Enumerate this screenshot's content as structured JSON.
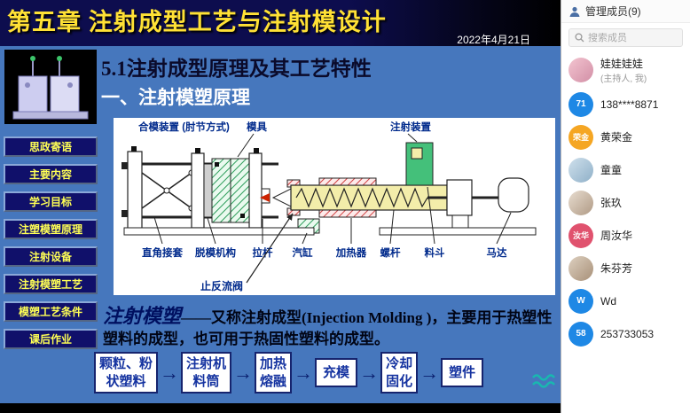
{
  "slide": {
    "chapter_title": "第五章 注射成型工艺与注射模设计",
    "date": "2022年4月21日",
    "section_title": "5.1注射成型原理及其工艺特性",
    "subsection_title": "一、注射模塑原理",
    "nav": [
      "思政寄语",
      "主要内容",
      "学习目标",
      "注塑模塑原理",
      "注射设备",
      "注射模塑工艺",
      "模塑工艺条件",
      "课后作业"
    ],
    "diagram": {
      "label_clamp": "合模装置 (肘节方式)",
      "label_mold": "模具",
      "label_injection": "注射装置",
      "labels_bottom": [
        "直角接套",
        "脱模机构",
        "拉杆",
        "汽缸",
        "加热器",
        "螺杆",
        "料斗",
        "马达"
      ],
      "label_check_valve": "止反流阀"
    },
    "paragraph": {
      "lead": "注射模塑",
      "body": "——又称注射成型(Injection Molding )，主要用于热塑性塑料的成型，也可用于热固性塑料的成型。"
    },
    "flow": [
      {
        "lines": [
          "颗粒、粉",
          "状塑料"
        ]
      },
      {
        "lines": [
          "注射机",
          "料筒"
        ]
      },
      {
        "lines": [
          "加热",
          "熔融"
        ]
      },
      {
        "lines": [
          "充模"
        ]
      },
      {
        "lines": [
          "冷却",
          "固化"
        ]
      },
      {
        "lines": [
          "塑件"
        ]
      }
    ],
    "flow_arrow": "→",
    "colors": {
      "slide_bg": "#4677bd",
      "title_bar_bg": "#0d0d4e",
      "title_text": "#ffe135",
      "nav_bg": "#10106a",
      "nav_text": "#ffff55",
      "diagram_label": "#002a8c",
      "flow_text": "#1533a0"
    }
  },
  "members_panel": {
    "title": "管理成员(9)",
    "search_placeholder": "搜索成员",
    "members": [
      {
        "name": "娃娃娃娃",
        "sub": "(主持人, 我)",
        "avatar_text": "",
        "avatar_color": "linear-gradient(135deg,#f3c4d0,#d28fa6)"
      },
      {
        "name": "138****8871",
        "avatar_text": "71",
        "avatar_color": "#1e88e5"
      },
      {
        "name": "黄荣金",
        "avatar_text": "荣金",
        "avatar_color": "#f5a623"
      },
      {
        "name": "童童",
        "avatar_text": "",
        "avatar_color": "linear-gradient(135deg,#cfe0ec,#8fb0c8)"
      },
      {
        "name": "张玖",
        "avatar_text": "",
        "avatar_color": "linear-gradient(135deg,#e8ddd0,#b09a85)"
      },
      {
        "name": "周汝华",
        "avatar_text": "汝华",
        "avatar_color": "#e0526e"
      },
      {
        "name": "朱芬芳",
        "avatar_text": "",
        "avatar_color": "linear-gradient(135deg,#ddd0c0,#a89078)"
      },
      {
        "name": "Wd",
        "avatar_text": "W",
        "avatar_color": "#1e88e5"
      },
      {
        "name": "253733053",
        "avatar_text": "58",
        "avatar_color": "#1e88e5"
      }
    ]
  }
}
